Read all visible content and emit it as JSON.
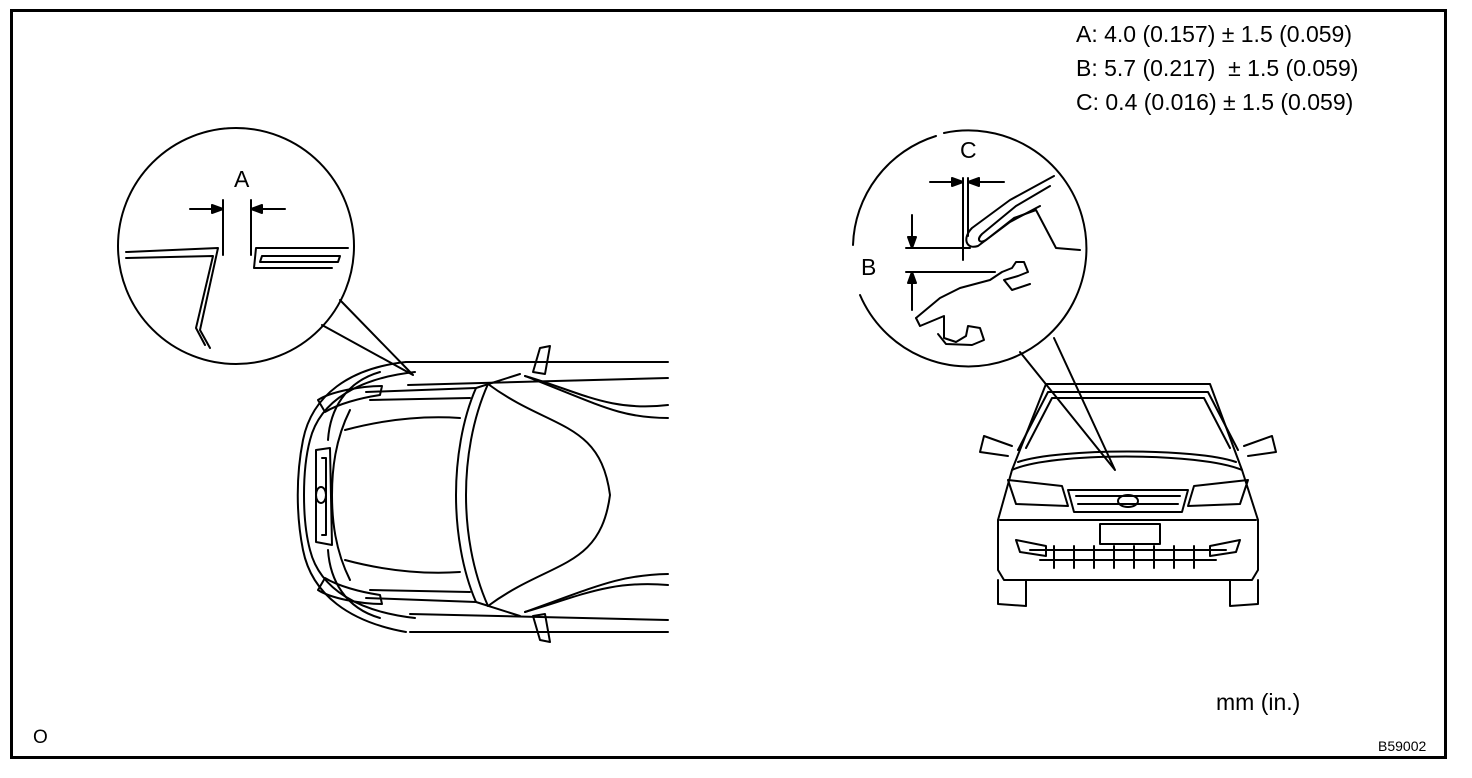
{
  "specs": {
    "a": "A: 4.0 (0.157) ± 1.5 (0.059)",
    "b": "B: 5.7 (0.217)  ± 1.5 (0.059)",
    "c": "C: 0.4 (0.016) ± 1.5 (0.059)"
  },
  "units": "mm (in.)",
  "corner_code": "O",
  "figure_id": "B59002",
  "callouts": {
    "a": "A",
    "b": "B",
    "c": "C"
  }
}
